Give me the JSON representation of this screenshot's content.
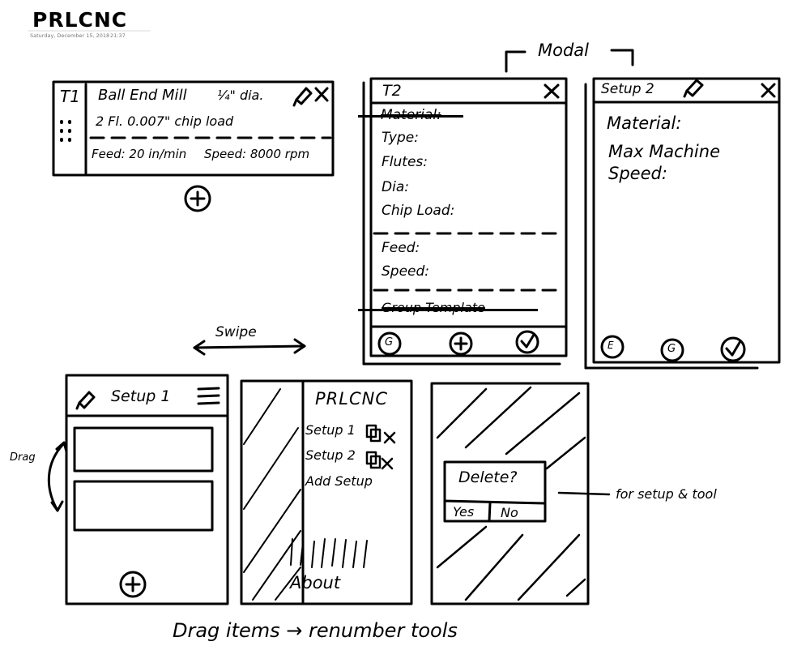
{
  "header": {
    "title": "PRLCNC",
    "date": "Saturday, December 15, 2018",
    "time": "21:37"
  },
  "tool_card": {
    "number": "T1",
    "name": "Ball End Mill",
    "diameter": "¼\" dia.",
    "flutes_chipload": "2 Fl.  0.007\" chip load",
    "feed": "Feed: 20 in/min",
    "speed": "Speed: 8000 rpm",
    "edit_icon": "pencil-icon",
    "close_icon": "close-icon",
    "add_icon": "plus-circle-icon"
  },
  "annotations": {
    "modal": "Modal",
    "swipe": "Swipe",
    "drag": "Drag",
    "for_setup_tool": "for setup & tool",
    "drag_items": "Drag items → renumber tools"
  },
  "tool_modal": {
    "title": "T2",
    "close": "×",
    "fields": [
      "Material:",
      "Type:",
      "Flutes:",
      "Dia:",
      "Chip Load:"
    ],
    "fields_struck": [
      "Material:"
    ],
    "feed": "Feed:",
    "speed": "Speed:",
    "group_template": "Group Template",
    "footer_icons": [
      "G",
      "+",
      "✓"
    ]
  },
  "setup_modal": {
    "title": "Setup 2",
    "close": "×",
    "material": "Material:",
    "max_machine": "Max Machine",
    "speed": "Speed:",
    "footer_icons": [
      "E",
      "G",
      "✓"
    ]
  },
  "setup_screen": {
    "title": "Setup 1",
    "menu_icon": "hamburger-menu-icon",
    "add_icon": "plus-circle-icon"
  },
  "drawer": {
    "title": "PRLCNC",
    "items": [
      {
        "label": "Setup 1"
      },
      {
        "label": "Setup 2"
      }
    ],
    "add_setup": "Add Setup",
    "about": "About"
  },
  "delete_dialog": {
    "question": "Delete?",
    "yes": "Yes",
    "no": "No"
  }
}
